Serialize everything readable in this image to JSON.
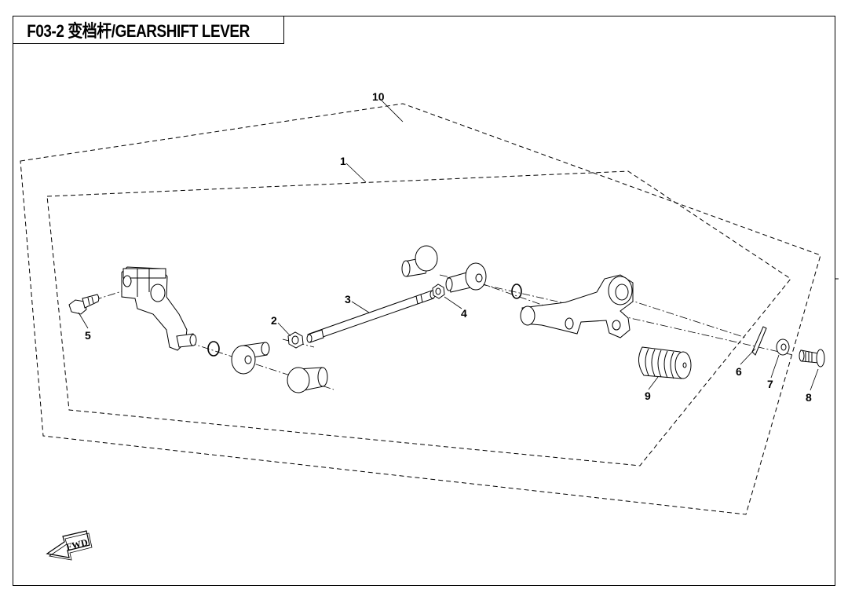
{
  "title": "F03-2  变档杆/GEARSHIFT LEVER",
  "direction_label": "FWD",
  "callouts": [
    {
      "id": "10",
      "label": "10"
    },
    {
      "id": "1",
      "label": "1"
    },
    {
      "id": "3",
      "label": "3"
    },
    {
      "id": "2",
      "label": "2"
    },
    {
      "id": "4",
      "label": "4"
    },
    {
      "id": "5",
      "label": "5"
    },
    {
      "id": "6",
      "label": "6"
    },
    {
      "id": "7",
      "label": "7"
    },
    {
      "id": "8",
      "label": "8"
    },
    {
      "id": "9",
      "label": "9"
    }
  ]
}
